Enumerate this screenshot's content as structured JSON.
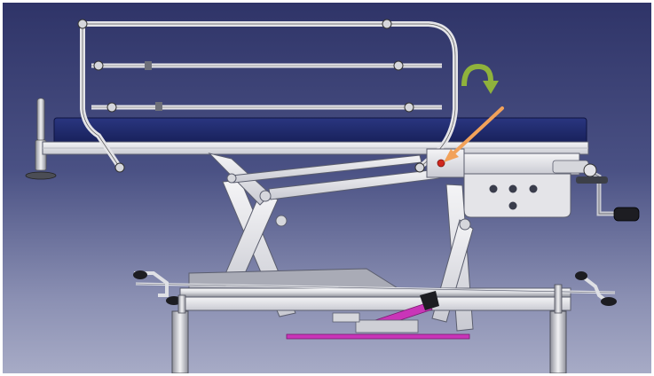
{
  "scene": {
    "subject": "hospital-bed-cad-model",
    "background_gradient": [
      "#2f3468",
      "#4a5184",
      "#8b90b3",
      "#a7abc6"
    ],
    "colors": {
      "mattress": "#1f2a6e",
      "frame": "#e6e6ea",
      "frame_stroke": "#5b5e6e",
      "tube": "#dadbe0",
      "hinge_dot": "#d0271e",
      "annotation_arrow": "#f2a25a",
      "rotation_arrow": "#8fb23c",
      "actuator": "#c935b8"
    },
    "annotations": {
      "pointer_arrow": "orange-arrow-pointing-to-side-rail-hinge",
      "rotation_arrow": "green-curved-rotation-arrow"
    }
  }
}
